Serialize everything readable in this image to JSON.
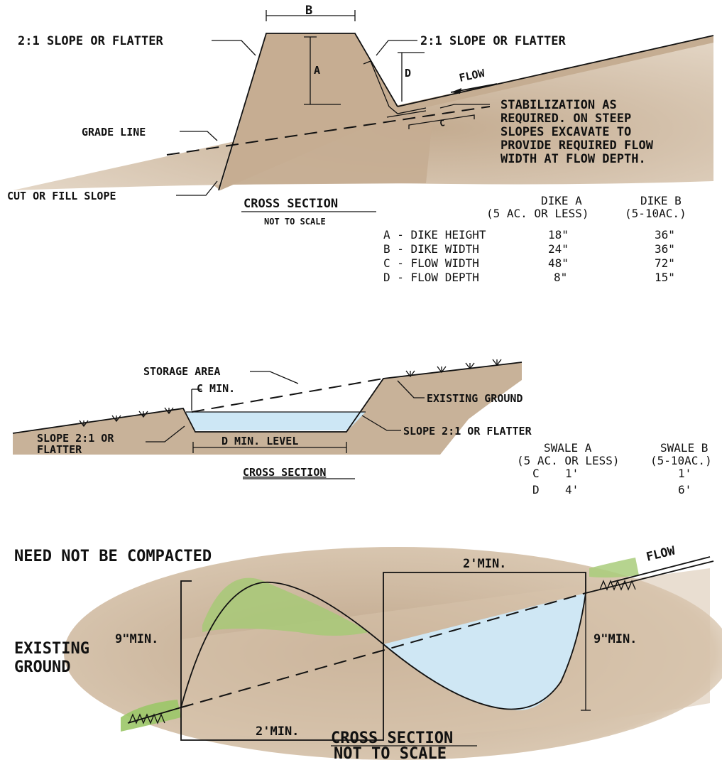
{
  "colors": {
    "soil": "#c9b39a",
    "soil_light": "#dccbb6",
    "water": "#cfe8f5",
    "grass": "#a9cf7a",
    "line": "#111111"
  },
  "dike_section": {
    "labels": {
      "dim_b": "B",
      "dim_a": "A",
      "dim_d": "D",
      "dim_c": "C",
      "slope_left": "2:1 SLOPE OR FLATTER",
      "slope_right": "2:1 SLOPE OR FLATTER",
      "flow": "FLOW",
      "stabilization": [
        "STABILIZATION AS",
        "REQUIRED. ON STEEP",
        "SLOPES EXCAVATE TO",
        "PROVIDE REQUIRED FLOW",
        "WIDTH AT FLOW DEPTH."
      ],
      "grade_line": "GRADE LINE",
      "cut_fill": "CUT OR FILL SLOPE",
      "title": "CROSS SECTION",
      "subtitle": "NOT TO SCALE"
    },
    "table": {
      "headers": [
        "DIKE A",
        "DIKE B"
      ],
      "subheaders": [
        "(5 AC. OR LESS)",
        "(5-10AC.)"
      ],
      "rows": [
        {
          "label": "A - DIKE HEIGHT",
          "a": "18\"",
          "b": "36\""
        },
        {
          "label": "B - DIKE WIDTH",
          "a": "24\"",
          "b": "36\""
        },
        {
          "label": "C - FLOW WIDTH",
          "a": "48\"",
          "b": "72\""
        },
        {
          "label": "D - FLOW DEPTH",
          "a": "8\"",
          "b": "15\""
        }
      ]
    }
  },
  "swale_section": {
    "labels": {
      "storage_area": "STORAGE AREA",
      "c_min": "C MIN.",
      "existing_ground": "EXISTING GROUND",
      "slope_left_1": "SLOPE 2:1 OR",
      "slope_left_2": "FLATTER",
      "slope_right": "SLOPE 2:1 OR FLATTER",
      "d_min": "D MIN. LEVEL",
      "title": "CROSS SECTION"
    },
    "table": {
      "headers": [
        "SWALE A",
        "SWALE B"
      ],
      "subheaders": [
        "(5 AC. OR LESS)",
        "(5-10AC.)"
      ],
      "rows": [
        {
          "label": "C",
          "a": "1'",
          "b": "1'"
        },
        {
          "label": "D",
          "a": "4'",
          "b": "6'"
        }
      ]
    }
  },
  "combo_section": {
    "labels": {
      "need_not": "NEED NOT BE COMPACTED",
      "existing_1": "EXISTING",
      "existing_2": "GROUND",
      "nine_min_left": "9\"MIN.",
      "nine_min_right": "9\"MIN.",
      "two_min_top": "2'MIN.",
      "two_min_bottom": "2'MIN.",
      "flow": "FLOW",
      "title": "CROSS SECTION",
      "subtitle": "NOT TO SCALE"
    }
  }
}
